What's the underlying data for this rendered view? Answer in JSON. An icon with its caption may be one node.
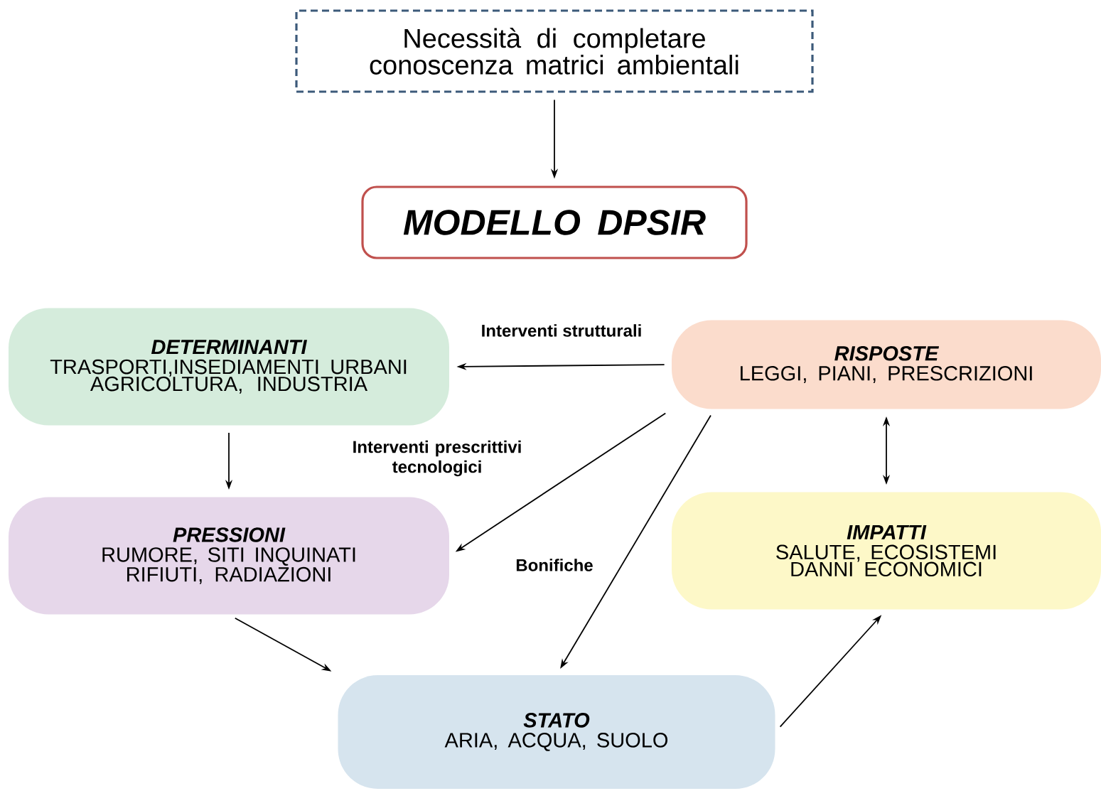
{
  "diagram": {
    "nodes": [
      {
        "text": [
          "Necessità di completare conoscenza matrici ambientali"
        ]
      },
      {
        "text": [
          "MODELLO DPSIR"
        ]
      },
      {
        "text": [
          "DETERMINANTI",
          "TRASPORTI,INSEDIAMENTI URBANI AGRICOLTURA, INDUSTRIA"
        ]
      },
      {
        "text": [
          "RISPOSTE",
          "LEGGI, PIANI, PRESCRIZIONI"
        ]
      },
      {
        "text": [
          "PRESSIONI",
          "RUMORE, SITI INQUINATI RIFIUTI, RADIAZIONI"
        ]
      },
      {
        "text": [
          "IMPATTI",
          "SALUTE, ECOSISTEMI DANNI ECONOMICI"
        ]
      },
      {
        "text": [
          "STATO",
          "ARIA, ACQUA, SUOLO"
        ]
      }
    ],
    "edges": [
      {
        "from": 0,
        "to": 1,
        "arrow": "to"
      },
      {
        "from": 3,
        "to": 2,
        "arrow": "to",
        "label": "Interventi strutturali"
      },
      {
        "from": 2,
        "to": 4,
        "arrow": "to"
      },
      {
        "from": 3,
        "to": 4,
        "arrow": "to",
        "label": "Interventi prescrittivi tecnologici"
      },
      {
        "from": 3,
        "to": 6,
        "arrow": "to",
        "label": "Bonifiche"
      },
      {
        "from": 3,
        "to": 5,
        "arrow": "both"
      },
      {
        "from": 4,
        "to": 6,
        "arrow": "to"
      },
      {
        "from": 6,
        "to": 5,
        "arrow": "to"
      }
    ]
  }
}
